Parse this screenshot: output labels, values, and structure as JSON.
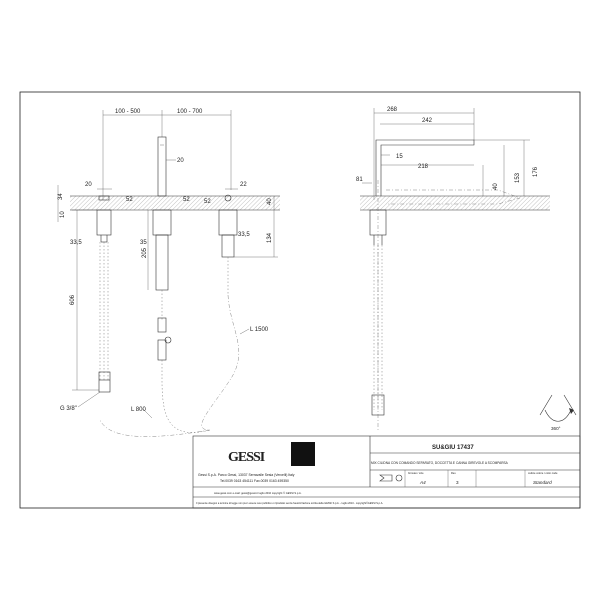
{
  "dimensions": {
    "d100_500": "100 - 500",
    "d100_700": "100 - 700",
    "d20_top": "20",
    "d20_left": "20",
    "d22": "22",
    "d34": "34",
    "d10": "10",
    "d52_a": "52",
    "d52_b": "52",
    "d52_c": "52",
    "d40_mid": "40",
    "d33_5_a": "33,5",
    "d35": "35",
    "d33_5_b": "33,5",
    "d134": "134",
    "d205": "205",
    "d606": "606",
    "dL1500": "L 1500",
    "dL800": "L 800",
    "dG38": "G 3/8\"",
    "d268": "268",
    "d242": "242",
    "d15": "15",
    "d218": "218",
    "d81": "81",
    "d40_right": "40",
    "d153": "153",
    "d176": "176",
    "d360": "360°"
  },
  "title_block": {
    "logo": "GESSI",
    "product_code": "SU&GIU  17437",
    "description": "MIX CILIDNA CON COMANDO SEPARATO, DOCCETTA E CANNA GIREVOLE A SCOMPARSA",
    "company_line": "Gessi S.p.A.  Parco Gessi, 13037 Serravalle Sesia (Vercelli) Italy",
    "tel_line": "Tel.0039 0163 454111  Fax.0039 0163 459350",
    "web_line": "www.gessi.com   e-mail: gessi@gessi.it   luglio 2010   copyright © GESSI S.p.A.",
    "disclaimer": "Il presente disegno a termine di legge non puo' essere reso pubblico o riprodotto senza l'autorizzazione scritta della GESSI S.p.A. - luglio 2010 - copyright©GESSI S.p.A.",
    "label_format": "formato / size",
    "format_value": "A4",
    "label_rev": "Rev.",
    "rev_value": "3",
    "label_color": "codice colore / color code",
    "color_value": "Standard"
  }
}
